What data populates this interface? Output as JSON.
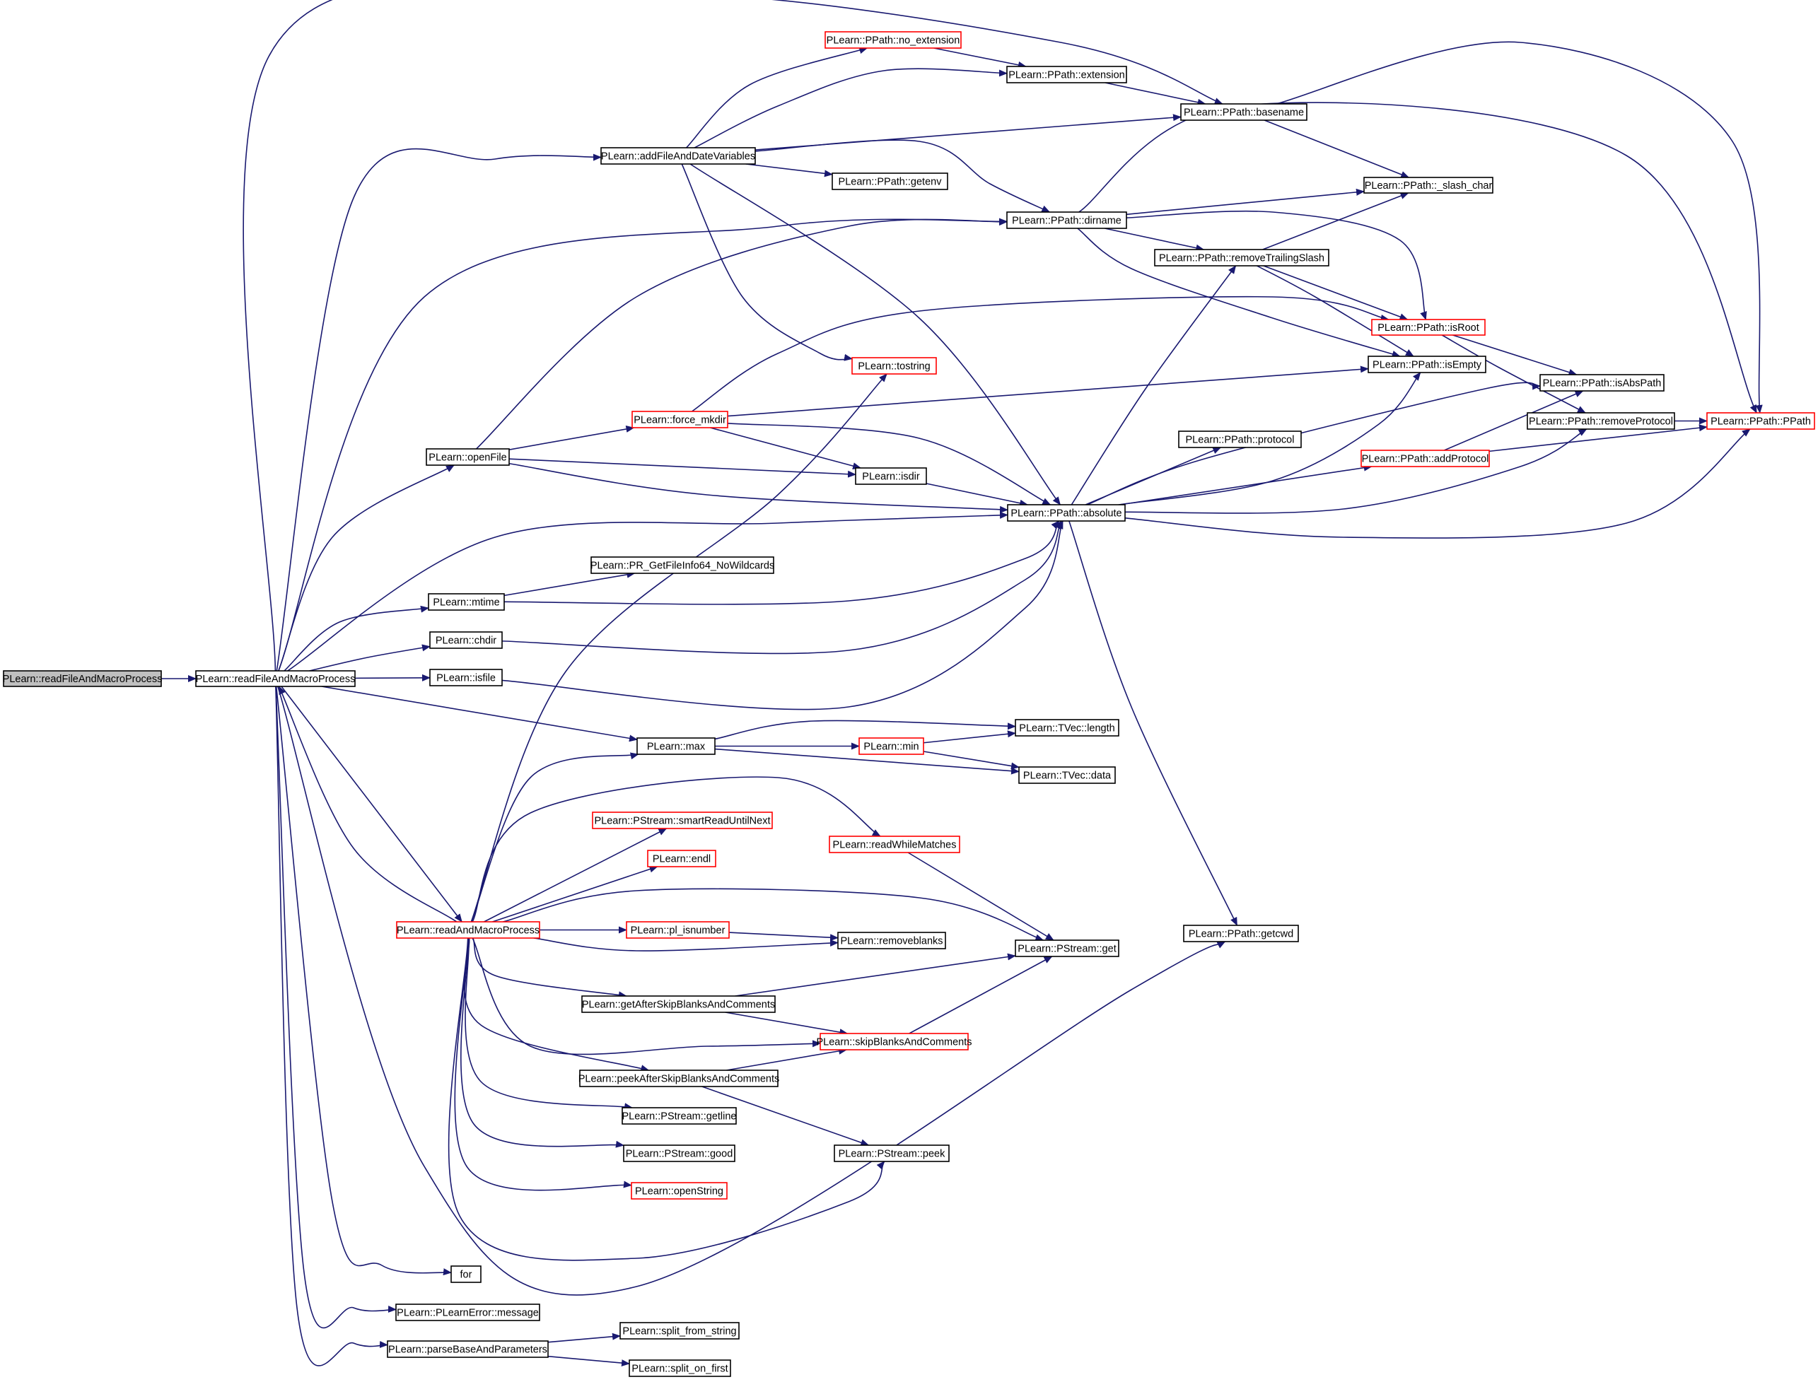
{
  "colors": {
    "edge": "#191970",
    "normal_border": "#000000",
    "truncated_border": "#ff0000",
    "root_fill": "#bfbfbf",
    "node_fill": "#ffffff"
  },
  "nodes": [
    {
      "id": "root",
      "label": "PLearn::readFileAndMacroProcess",
      "style": "root"
    },
    {
      "id": "rfamp",
      "label": "PLearn::readFileAndMacroProcess",
      "style": "normal"
    },
    {
      "id": "addfile",
      "label": "PLearn::addFileAndDateVariables",
      "style": "normal"
    },
    {
      "id": "noext",
      "label": "PLearn::PPath::no_extension",
      "style": "truncated"
    },
    {
      "id": "ext",
      "label": "PLearn::PPath::extension",
      "style": "normal"
    },
    {
      "id": "basename",
      "label": "PLearn::PPath::basename",
      "style": "normal"
    },
    {
      "id": "getenv",
      "label": "PLearn::PPath::getenv",
      "style": "normal"
    },
    {
      "id": "dirname",
      "label": "PLearn::PPath::dirname",
      "style": "normal"
    },
    {
      "id": "slash",
      "label": "PLearn::PPath::_slash_char",
      "style": "normal"
    },
    {
      "id": "rts",
      "label": "PLearn::PPath::removeTrailingSlash",
      "style": "normal"
    },
    {
      "id": "isroot",
      "label": "PLearn::PPath::isRoot",
      "style": "truncated"
    },
    {
      "id": "tostring",
      "label": "PLearn::tostring",
      "style": "truncated"
    },
    {
      "id": "isempty",
      "label": "PLearn::PPath::isEmpty",
      "style": "normal"
    },
    {
      "id": "isabs",
      "label": "PLearn::PPath::isAbsPath",
      "style": "normal"
    },
    {
      "id": "forcemk",
      "label": "PLearn::force_mkdir",
      "style": "truncated"
    },
    {
      "id": "openfile",
      "label": "PLearn::openFile",
      "style": "normal"
    },
    {
      "id": "rmproto",
      "label": "PLearn::PPath::removeProtocol",
      "style": "normal"
    },
    {
      "id": "ppath",
      "label": "PLearn::PPath::PPath",
      "style": "truncated"
    },
    {
      "id": "protocol",
      "label": "PLearn::PPath::protocol",
      "style": "normal"
    },
    {
      "id": "addproto",
      "label": "PLearn::PPath::addProtocol",
      "style": "truncated"
    },
    {
      "id": "isdir",
      "label": "PLearn::isdir",
      "style": "normal"
    },
    {
      "id": "absolute",
      "label": "PLearn::PPath::absolute",
      "style": "normal"
    },
    {
      "id": "prget",
      "label": "PLearn::PR_GetFileInfo64_NoWildcards",
      "style": "normal"
    },
    {
      "id": "mtime",
      "label": "PLearn::mtime",
      "style": "normal"
    },
    {
      "id": "chdir",
      "label": "PLearn::chdir",
      "style": "normal"
    },
    {
      "id": "isfile",
      "label": "PLearn::isfile",
      "style": "normal"
    },
    {
      "id": "tveclen",
      "label": "PLearn::TVec::length",
      "style": "normal"
    },
    {
      "id": "max",
      "label": "PLearn::max",
      "style": "normal"
    },
    {
      "id": "min",
      "label": "PLearn::min",
      "style": "truncated"
    },
    {
      "id": "tvecdata",
      "label": "PLearn::TVec::data",
      "style": "normal"
    },
    {
      "id": "smartread",
      "label": "PLearn::PStream::smartReadUntilNext",
      "style": "truncated"
    },
    {
      "id": "rwm",
      "label": "PLearn::readWhileMatches",
      "style": "truncated"
    },
    {
      "id": "endl",
      "label": "PLearn::endl",
      "style": "truncated"
    },
    {
      "id": "ramp",
      "label": "PLearn::readAndMacroProcess",
      "style": "truncated"
    },
    {
      "id": "plisnum",
      "label": "PLearn::pl_isnumber",
      "style": "truncated"
    },
    {
      "id": "rmblanks",
      "label": "PLearn::removeblanks",
      "style": "normal"
    },
    {
      "id": "getcwd",
      "label": "PLearn::PPath::getcwd",
      "style": "normal"
    },
    {
      "id": "psget",
      "label": "PLearn::PStream::get",
      "style": "normal"
    },
    {
      "id": "gasbc",
      "label": "PLearn::getAfterSkipBlanksAndComments",
      "style": "normal"
    },
    {
      "id": "sbc",
      "label": "PLearn::skipBlanksAndComments",
      "style": "truncated"
    },
    {
      "id": "pasbc",
      "label": "PLearn::peekAfterSkipBlanksAndComments",
      "style": "normal"
    },
    {
      "id": "getline",
      "label": "PLearn::PStream::getline",
      "style": "normal"
    },
    {
      "id": "good",
      "label": "PLearn::PStream::good",
      "style": "normal"
    },
    {
      "id": "peek",
      "label": "PLearn::PStream::peek",
      "style": "normal"
    },
    {
      "id": "openstr",
      "label": "PLearn::openString",
      "style": "truncated"
    },
    {
      "id": "for",
      "label": "for",
      "style": "normal"
    },
    {
      "id": "plerr",
      "label": "PLearn::PLearnError::message",
      "style": "normal"
    },
    {
      "id": "splitfrom",
      "label": "PLearn::split_from_string",
      "style": "normal"
    },
    {
      "id": "pbap",
      "label": "PLearn::parseBaseAndParameters",
      "style": "normal"
    },
    {
      "id": "splitfirst",
      "label": "PLearn::split_on_first",
      "style": "normal"
    }
  ],
  "edges": [
    [
      "root",
      "rfamp"
    ],
    [
      "rfamp",
      "basename"
    ],
    [
      "rfamp",
      "addfile"
    ],
    [
      "rfamp",
      "dirname"
    ],
    [
      "rfamp",
      "openfile"
    ],
    [
      "rfamp",
      "absolute"
    ],
    [
      "rfamp",
      "mtime"
    ],
    [
      "rfamp",
      "chdir"
    ],
    [
      "rfamp",
      "isfile"
    ],
    [
      "rfamp",
      "max"
    ],
    [
      "rfamp",
      "ramp"
    ],
    [
      "rfamp",
      "getcwd"
    ],
    [
      "rfamp",
      "for"
    ],
    [
      "rfamp",
      "plerr"
    ],
    [
      "rfamp",
      "pbap"
    ],
    [
      "addfile",
      "noext"
    ],
    [
      "addfile",
      "ext"
    ],
    [
      "addfile",
      "basename"
    ],
    [
      "addfile",
      "getenv"
    ],
    [
      "addfile",
      "dirname"
    ],
    [
      "addfile",
      "tostring"
    ],
    [
      "addfile",
      "absolute"
    ],
    [
      "noext",
      "ext"
    ],
    [
      "ext",
      "basename"
    ],
    [
      "basename",
      "slash"
    ],
    [
      "basename",
      "ppath"
    ],
    [
      "dirname",
      "slash"
    ],
    [
      "dirname",
      "rts"
    ],
    [
      "dirname",
      "isroot"
    ],
    [
      "dirname",
      "isempty"
    ],
    [
      "dirname",
      "ppath"
    ],
    [
      "rts",
      "slash"
    ],
    [
      "rts",
      "isroot"
    ],
    [
      "rts",
      "isempty"
    ],
    [
      "isroot",
      "isabs"
    ],
    [
      "isroot",
      "rmproto"
    ],
    [
      "forcemk",
      "isroot"
    ],
    [
      "forcemk",
      "isempty"
    ],
    [
      "forcemk",
      "isdir"
    ],
    [
      "forcemk",
      "absolute"
    ],
    [
      "openfile",
      "dirname"
    ],
    [
      "openfile",
      "forcemk"
    ],
    [
      "openfile",
      "isdir"
    ],
    [
      "openfile",
      "absolute"
    ],
    [
      "isdir",
      "absolute"
    ],
    [
      "absolute",
      "rts"
    ],
    [
      "absolute",
      "isempty"
    ],
    [
      "absolute",
      "isabs"
    ],
    [
      "absolute",
      "protocol"
    ],
    [
      "absolute",
      "addproto"
    ],
    [
      "absolute",
      "rmproto"
    ],
    [
      "absolute",
      "ppath"
    ],
    [
      "absolute",
      "getcwd"
    ],
    [
      "addproto",
      "isabs"
    ],
    [
      "addproto",
      "ppath"
    ],
    [
      "rmproto",
      "ppath"
    ],
    [
      "mtime",
      "prget"
    ],
    [
      "mtime",
      "absolute"
    ],
    [
      "chdir",
      "absolute"
    ],
    [
      "isfile",
      "absolute"
    ],
    [
      "max",
      "tveclen"
    ],
    [
      "max",
      "min"
    ],
    [
      "max",
      "tvecdata"
    ],
    [
      "min",
      "tveclen"
    ],
    [
      "min",
      "tvecdata"
    ],
    [
      "ramp",
      "rfamp"
    ],
    [
      "ramp",
      "tostring"
    ],
    [
      "ramp",
      "max"
    ],
    [
      "ramp",
      "smartread"
    ],
    [
      "ramp",
      "rwm"
    ],
    [
      "ramp",
      "endl"
    ],
    [
      "ramp",
      "plisnum"
    ],
    [
      "ramp",
      "rmblanks"
    ],
    [
      "ramp",
      "psget"
    ],
    [
      "ramp",
      "gasbc"
    ],
    [
      "ramp",
      "sbc"
    ],
    [
      "ramp",
      "pasbc"
    ],
    [
      "ramp",
      "getline"
    ],
    [
      "ramp",
      "good"
    ],
    [
      "ramp",
      "openstr"
    ],
    [
      "ramp",
      "peek"
    ],
    [
      "rwm",
      "psget"
    ],
    [
      "plisnum",
      "rmblanks"
    ],
    [
      "gasbc",
      "psget"
    ],
    [
      "gasbc",
      "sbc"
    ],
    [
      "sbc",
      "psget"
    ],
    [
      "pasbc",
      "sbc"
    ],
    [
      "pasbc",
      "peek"
    ],
    [
      "pbap",
      "splitfrom"
    ],
    [
      "pbap",
      "splitfirst"
    ]
  ]
}
